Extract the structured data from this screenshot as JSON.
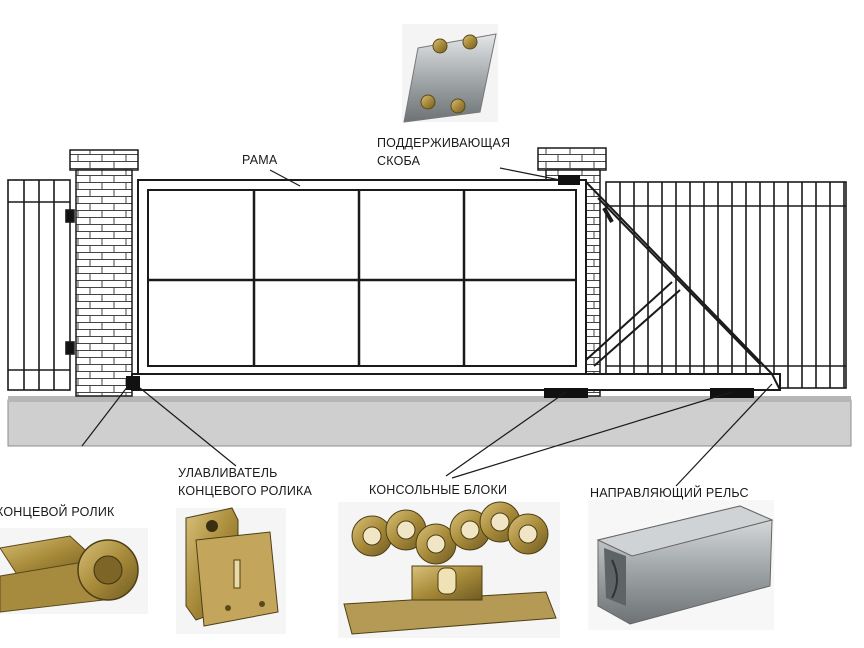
{
  "labels": {
    "frame": "РАМА",
    "support_bracket_line1": "ПОДДЕРЖИВАЮЩАЯ",
    "support_bracket_line2": "СКОБА",
    "end_roller_catcher_line1": "УЛАВЛИВАТЕЛЬ",
    "end_roller_catcher_line2": "КОНЦЕВОГО РОЛИКА",
    "cantilever_blocks": "КОНСОЛЬНЫЕ БЛОКИ",
    "guide_rail": "НАПРАВЛЯЮЩИЙ РЕЛЬС",
    "end_roller": "КОНЦЕВОЙ РОЛИК"
  },
  "colors": {
    "line": "#1a1a1a",
    "ground": "#cfcfcf",
    "ground_edge": "#9a9a9a",
    "brass": "#b79a4e",
    "steel": "#9ea3a6"
  }
}
